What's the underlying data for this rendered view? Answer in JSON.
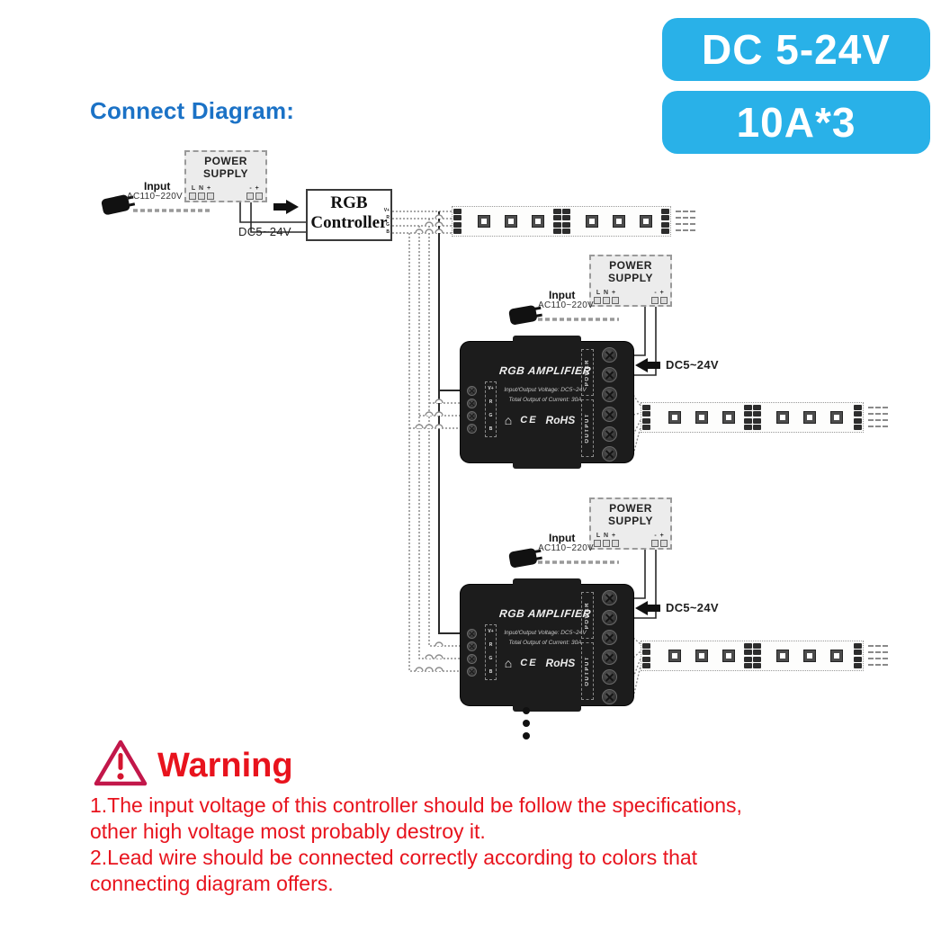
{
  "header": {
    "title": "Connect Diagram:",
    "badges": [
      "DC 5-24V",
      "10A*3"
    ]
  },
  "colors": {
    "badge_cyan": "#29b1e8",
    "title_blue": "#1b72c6",
    "warning_red": "#e8131d"
  },
  "power_supply": {
    "name_line1": "POWER",
    "name_line2": "SUPPLY",
    "terminals_left": "L N +",
    "terminals_right": "- +",
    "input_label": "Input",
    "input_voltage": "AC110~220V"
  },
  "controller": {
    "name_line1": "RGB",
    "name_line2": "Controller",
    "pins": [
      "V+",
      "R",
      "G",
      "B"
    ],
    "dc_label": "DC5~24V"
  },
  "amplifier": {
    "name": "RGB AMPLIFIER",
    "spec_line1": "Input/Output Voltage: DC5~24V",
    "spec_line2": "Total Output of Current: 30A",
    "house_icon": "⌂",
    "ce_mark": "CE",
    "rohs_mark": "RoHS",
    "power_label": "POWER",
    "output_label": "OUTPUT",
    "input_pins": [
      "V+",
      "R",
      "G",
      "B"
    ],
    "dc_label": "DC5~24V"
  },
  "warning": {
    "title": "Warning",
    "lines": [
      "1.The input voltage of this controller should be follow the specifications,",
      "other high voltage most probably destroy it.",
      "2.Lead wire should be connected correctly according to colors that",
      "connecting diagram offers."
    ]
  }
}
